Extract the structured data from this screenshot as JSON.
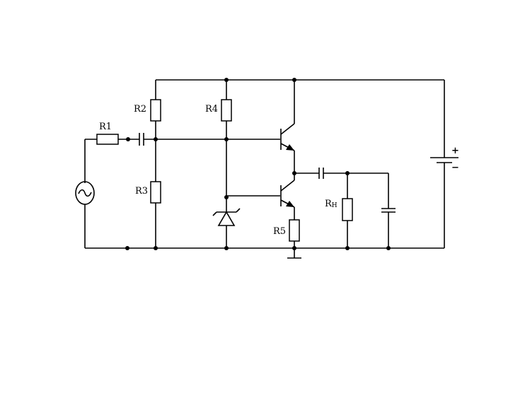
{
  "diagram": {
    "labels": {
      "r1": "R1",
      "r2": "R2",
      "r3": "R3",
      "r4": "R4",
      "r5": "R5",
      "rh_main": "R",
      "rh_sub": "H",
      "plus": "+",
      "minus": "−"
    }
  }
}
